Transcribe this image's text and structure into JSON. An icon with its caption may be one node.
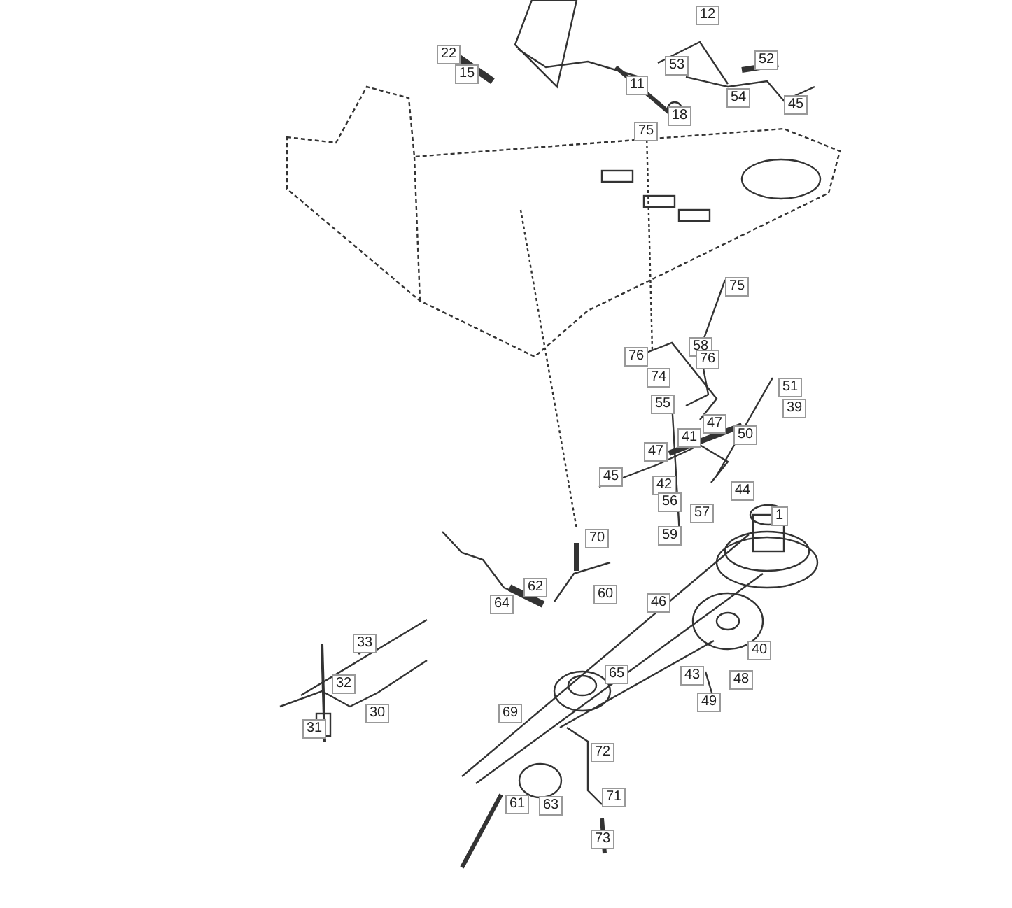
{
  "diagram": {
    "labels": [
      "12",
      "22",
      "15",
      "53",
      "52",
      "11",
      "18",
      "54",
      "45",
      "75",
      "75",
      "58",
      "76",
      "76",
      "74",
      "51",
      "55",
      "39",
      "47",
      "50",
      "41",
      "47",
      "45",
      "42",
      "44",
      "56",
      "57",
      "1",
      "59",
      "70",
      "62",
      "60",
      "64",
      "46",
      "33",
      "40",
      "65",
      "43",
      "48",
      "32",
      "49",
      "69",
      "30",
      "31",
      "72",
      "71",
      "61",
      "63",
      "73"
    ]
  }
}
